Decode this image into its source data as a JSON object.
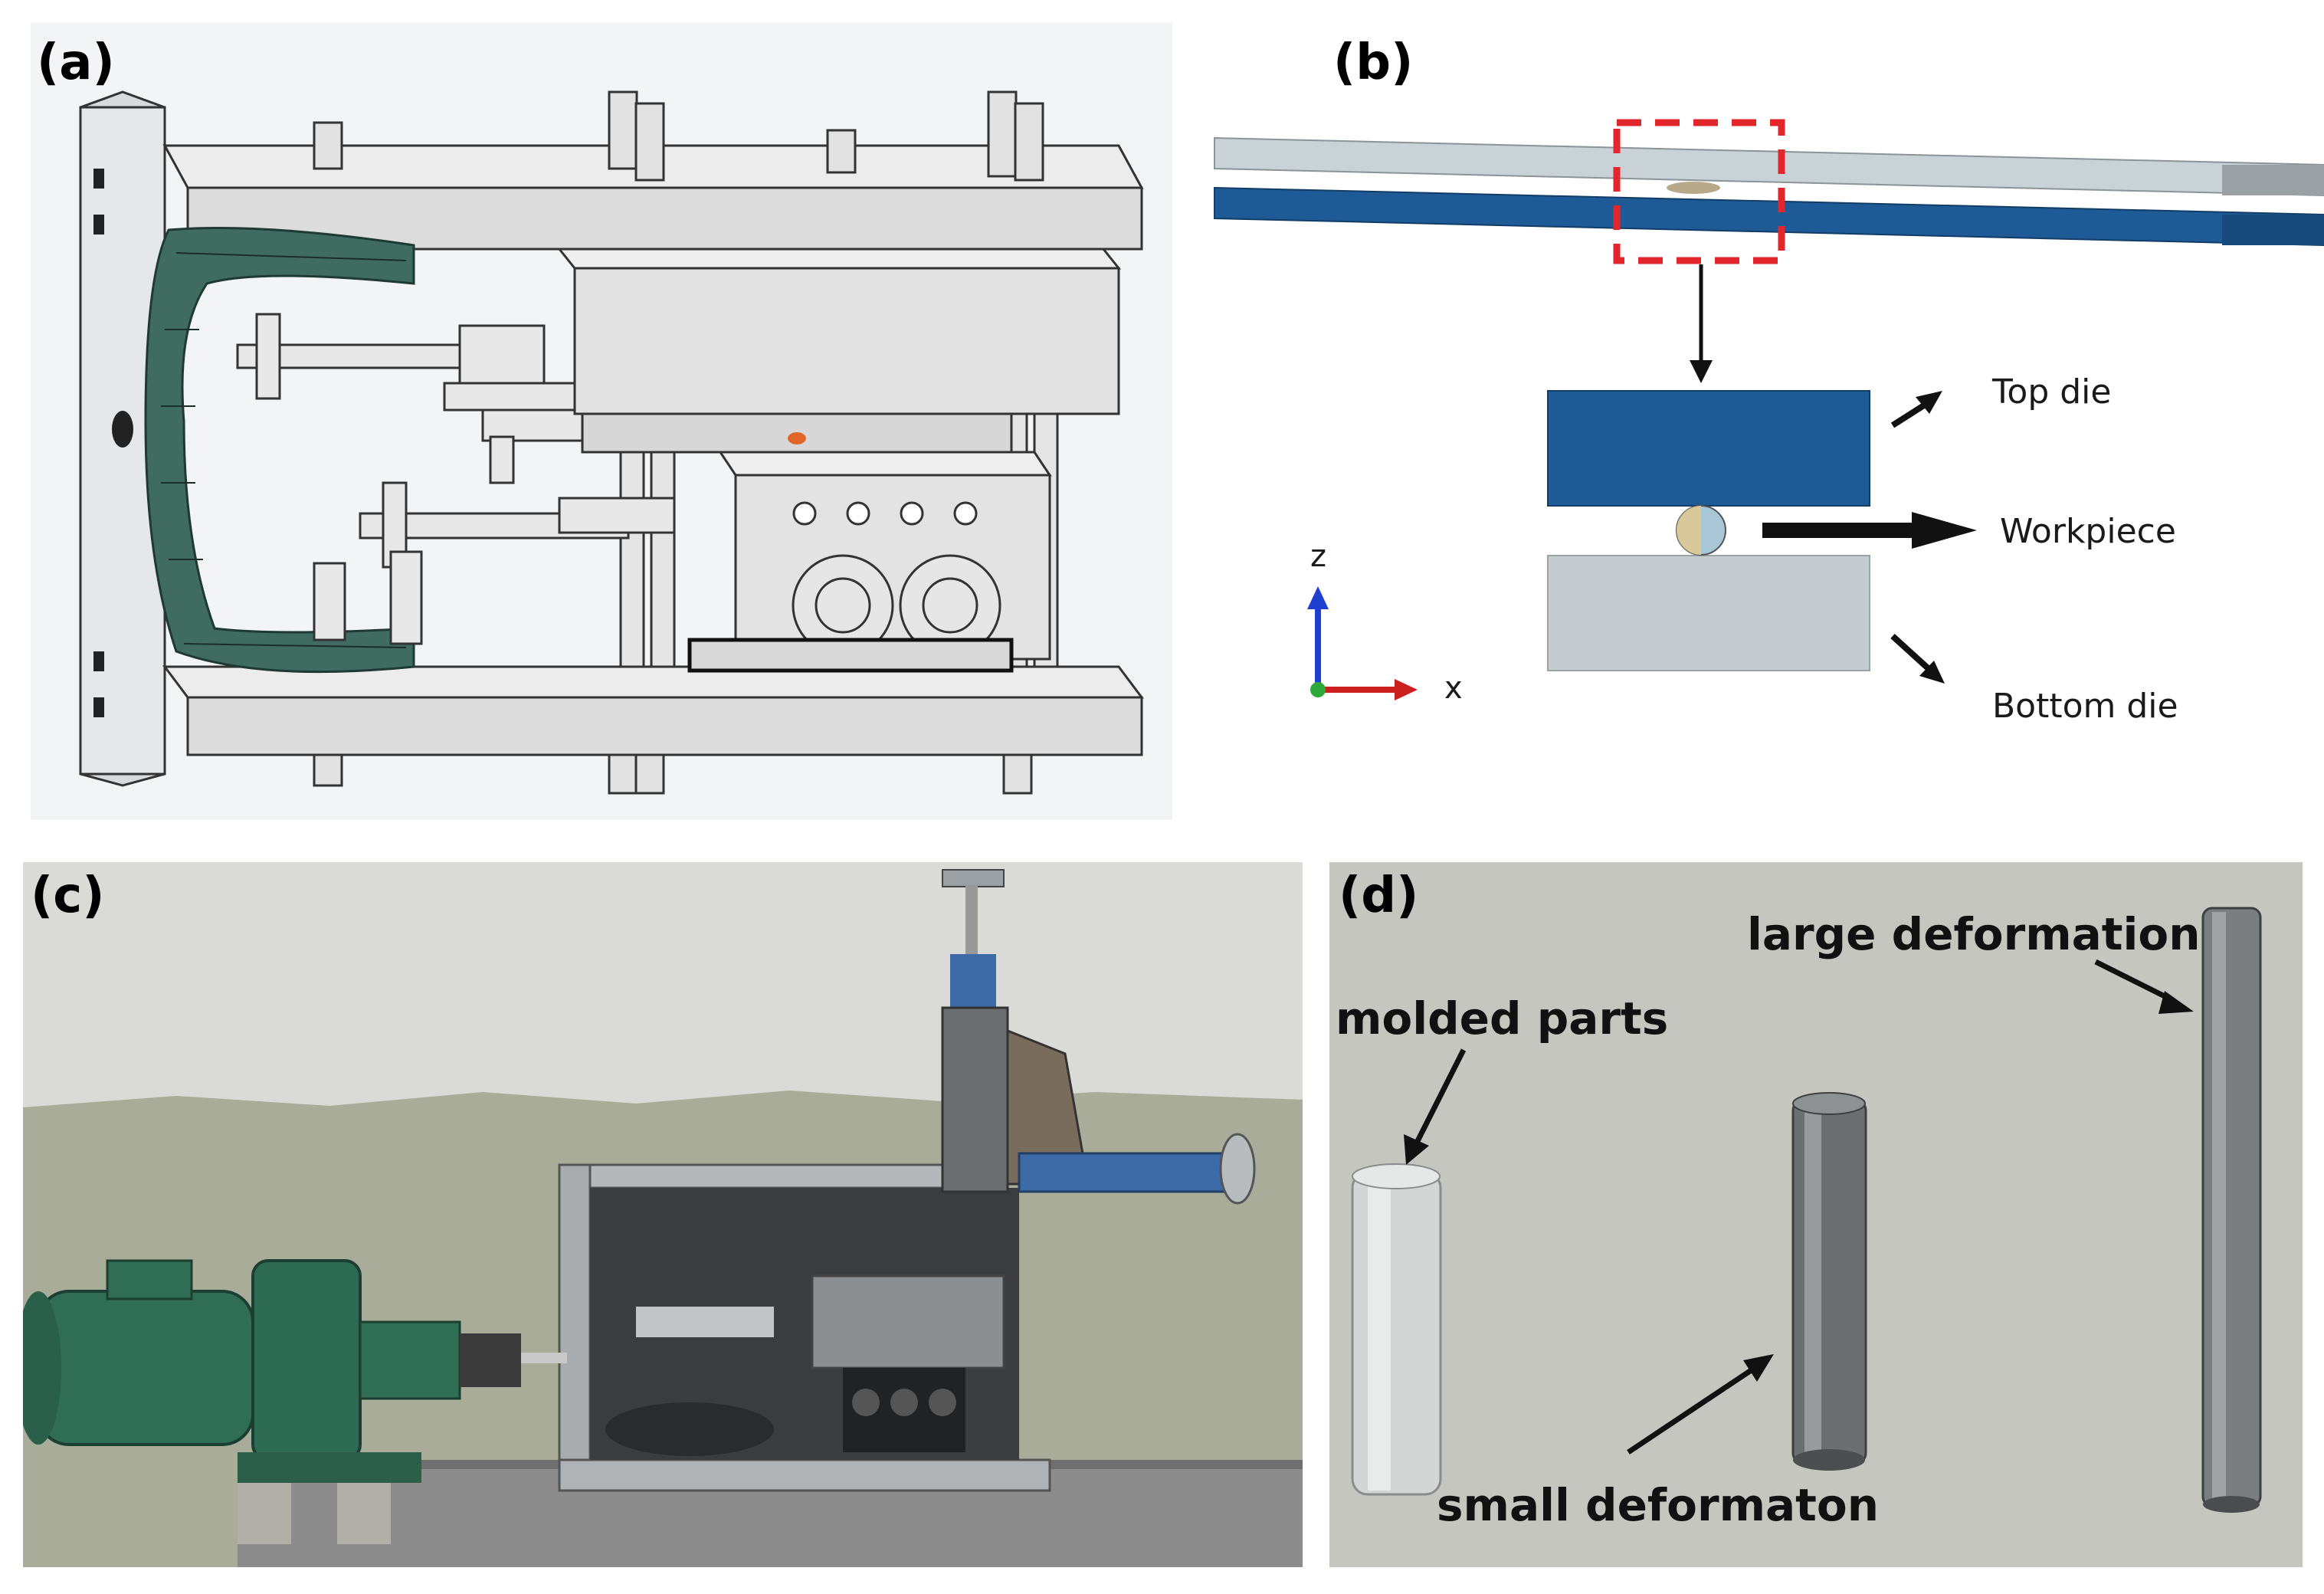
{
  "panels": {
    "a": {
      "label": "(a)"
    },
    "b": {
      "label": "(b)",
      "annotations": {
        "top_die": "Top die",
        "workpiece": "Workpiece",
        "bottom_die": "Bottom die"
      },
      "axes": {
        "z": "z",
        "x": "x"
      },
      "colors": {
        "top_die": "#1e5a96",
        "bottom_die": "#c4ccd0",
        "highlight": "#e3262b"
      }
    },
    "c": {
      "label": "(c)"
    },
    "d": {
      "label": "(d)",
      "annotations": {
        "molded": "molded parts",
        "small": "small deformaton",
        "large": "large deformation"
      }
    }
  }
}
